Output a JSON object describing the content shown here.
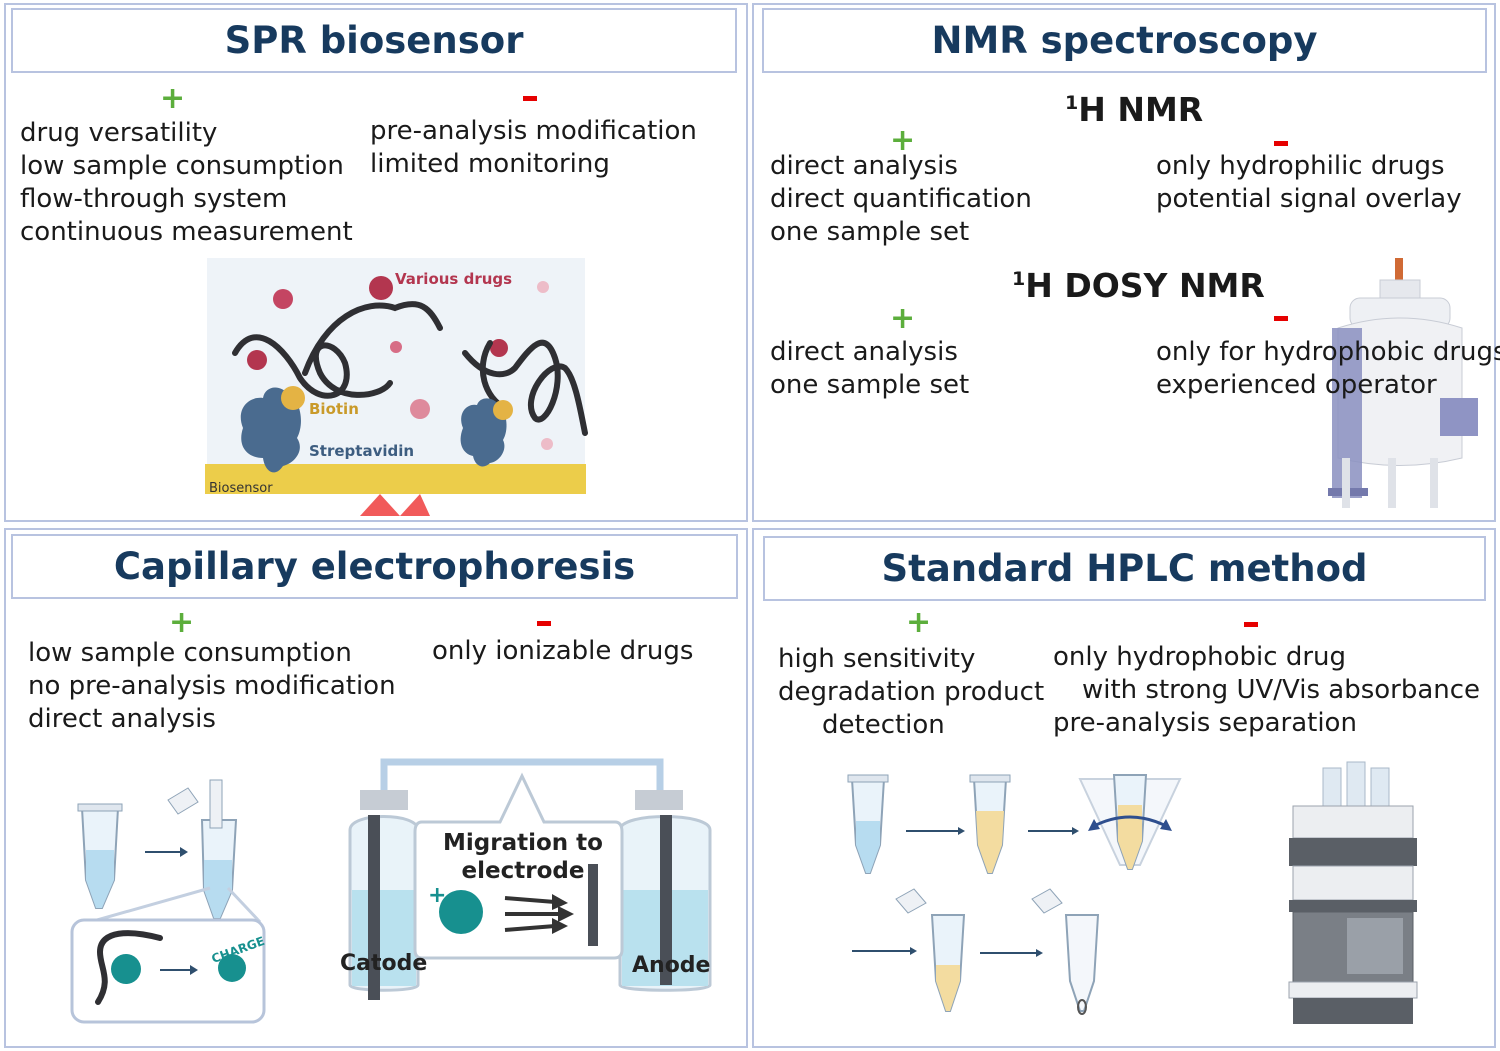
{
  "spr": {
    "title": "SPR biosensor",
    "pros": [
      "drug versatility",
      "low sample consumption",
      "flow-through system",
      "continuous measurement"
    ],
    "cons": [
      "pre-analysis modification",
      "limited monitoring"
    ],
    "labels": {
      "drugs": "Various drugs",
      "biotin": "Biotin",
      "streptavidin": "Streptavidin",
      "biosensor": "Biosensor"
    }
  },
  "nmr": {
    "title": "NMR spectroscopy",
    "h1_sup": "1",
    "h1_text": "H NMR",
    "h1_pros": [
      "direct analysis",
      "direct quantification",
      "one sample set"
    ],
    "h1_cons": [
      "only hydrophilic drugs",
      "potential signal overlay"
    ],
    "dosy_sup": "1",
    "dosy_text": "H DOSY NMR",
    "dosy_pros": [
      "direct analysis",
      "one sample set"
    ],
    "dosy_cons": [
      "only for hydrophobic drugs",
      "experienced operator"
    ]
  },
  "ce": {
    "title": "Capillary electrophoresis",
    "pros": [
      "low sample consumption",
      "no pre-analysis modification",
      "direct analysis"
    ],
    "cons": [
      "only ionizable drugs"
    ],
    "labels": {
      "migration1": "Migration to",
      "migration2": "electrode",
      "catode": "Catode",
      "anode": "Anode",
      "charge": "CHARGE"
    }
  },
  "hplc": {
    "title": "Standard HPLC method",
    "pros": [
      "high sensitivity",
      "degradation product",
      "detection"
    ],
    "cons": [
      "only hydrophobic drug",
      "with strong UV/Vis absorbance",
      "pre-analysis separation"
    ]
  },
  "colors": {
    "title": "#173a5e",
    "plus": "#5cae3c",
    "minus": "#e60000",
    "border": "#b8c3e0"
  }
}
